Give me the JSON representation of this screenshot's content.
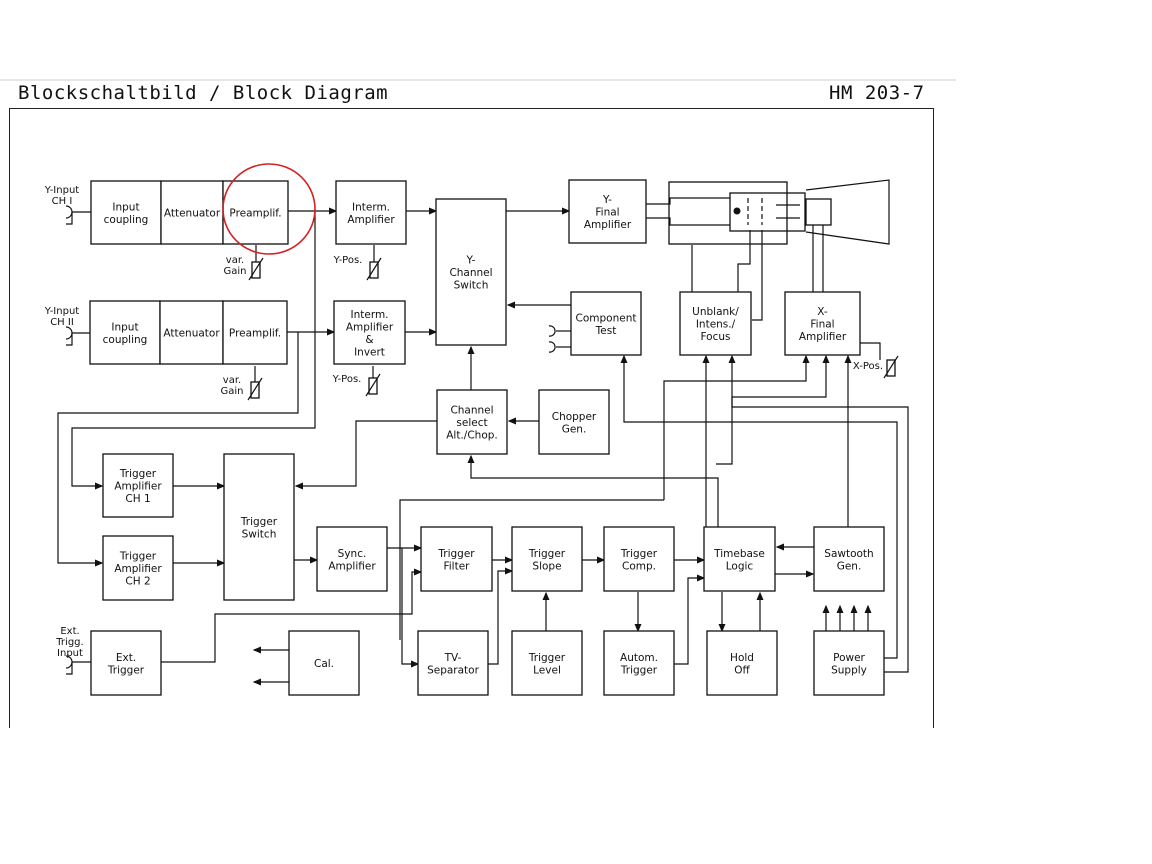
{
  "header": {
    "title": "Blockschaltbild / Block Diagram",
    "model": "HM 203-7"
  },
  "blocks": {
    "input_coupling_1": [
      "Input",
      "coupling"
    ],
    "attenuator_1": [
      "Attenuator"
    ],
    "preamp_1": [
      "Preamplif."
    ],
    "interm_amp_1": [
      "Interm.",
      "Amplifier"
    ],
    "input_coupling_2": [
      "Input",
      "coupling"
    ],
    "attenuator_2": [
      "Attenuator"
    ],
    "preamp_2": [
      "Preamplif."
    ],
    "interm_amp_2": [
      "Interm.",
      "Amplifier",
      "&",
      "Invert"
    ],
    "y_channel_switch": [
      "Y-",
      "Channel",
      "Switch"
    ],
    "y_final_amp": [
      "Y-",
      "Final",
      "Amplifier"
    ],
    "component_test": [
      "Component",
      "Test"
    ],
    "unblank": [
      "Unblank/",
      "Intens./",
      "Focus"
    ],
    "x_final_amp": [
      "X-",
      "Final",
      "Amplifier"
    ],
    "channel_select": [
      "Channel",
      "select",
      "Alt./Chop."
    ],
    "chopper_gen": [
      "Chopper",
      "Gen."
    ],
    "trigger_amp_1": [
      "Trigger",
      "Amplifier",
      "CH 1"
    ],
    "trigger_amp_2": [
      "Trigger",
      "Amplifier",
      "CH 2"
    ],
    "trigger_switch": [
      "Trigger",
      "Switch"
    ],
    "sync_amp": [
      "Sync.",
      "Amplifier"
    ],
    "trigger_filter": [
      "Trigger",
      "Filter"
    ],
    "trigger_slope": [
      "Trigger",
      "Slope"
    ],
    "trigger_comp": [
      "Trigger",
      "Comp."
    ],
    "timebase_logic": [
      "Timebase",
      "Logic"
    ],
    "sawtooth_gen": [
      "Sawtooth",
      "Gen."
    ],
    "ext_trigger": [
      "Ext.",
      "Trigger"
    ],
    "cal": [
      "Cal."
    ],
    "tv_separator": [
      "TV-",
      "Separator"
    ],
    "trigger_level": [
      "Trigger",
      "Level"
    ],
    "autom_trigger": [
      "Autom.",
      "Trigger"
    ],
    "hold_off": [
      "Hold",
      "Off"
    ],
    "power_supply": [
      "Power",
      "Supply"
    ]
  },
  "labels": {
    "y_input_1": [
      "Y-Input",
      "CH I"
    ],
    "y_input_2": [
      "Y-Input",
      "CH II"
    ],
    "ext_trigg_input": [
      "Ext.",
      "Trigg.",
      "Input"
    ],
    "var_gain_1": [
      "var.",
      "Gain"
    ],
    "var_gain_2": [
      "var.",
      "Gain"
    ],
    "y_pos_1": "Y-Pos.",
    "y_pos_2": "Y-Pos.",
    "x_pos": "X-Pos."
  },
  "colors": {
    "line": "#111111",
    "highlight": "#d42020"
  }
}
